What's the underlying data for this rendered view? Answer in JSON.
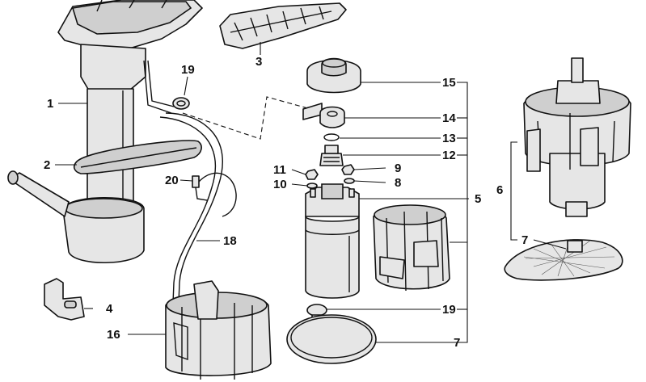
{
  "callouts": [
    {
      "id": "c1",
      "label": "1"
    },
    {
      "id": "c2",
      "label": "2"
    },
    {
      "id": "c3",
      "label": "3"
    },
    {
      "id": "c4",
      "label": "4"
    },
    {
      "id": "c5",
      "label": "5"
    },
    {
      "id": "c6",
      "label": "6"
    },
    {
      "id": "c7a",
      "label": "7"
    },
    {
      "id": "c7b",
      "label": "7"
    },
    {
      "id": "c8",
      "label": "8"
    },
    {
      "id": "c9",
      "label": "9"
    },
    {
      "id": "c10",
      "label": "10"
    },
    {
      "id": "c11",
      "label": "11"
    },
    {
      "id": "c12",
      "label": "12"
    },
    {
      "id": "c13",
      "label": "13"
    },
    {
      "id": "c14",
      "label": "14"
    },
    {
      "id": "c15",
      "label": "15"
    },
    {
      "id": "c16",
      "label": "16"
    },
    {
      "id": "c18",
      "label": "18"
    },
    {
      "id": "c19a",
      "label": "19"
    },
    {
      "id": "c19b",
      "label": "19"
    },
    {
      "id": "c20",
      "label": "20"
    }
  ],
  "colors": {
    "stroke": "#111111",
    "fill": "#e6e6e6",
    "background": "#ffffff"
  }
}
